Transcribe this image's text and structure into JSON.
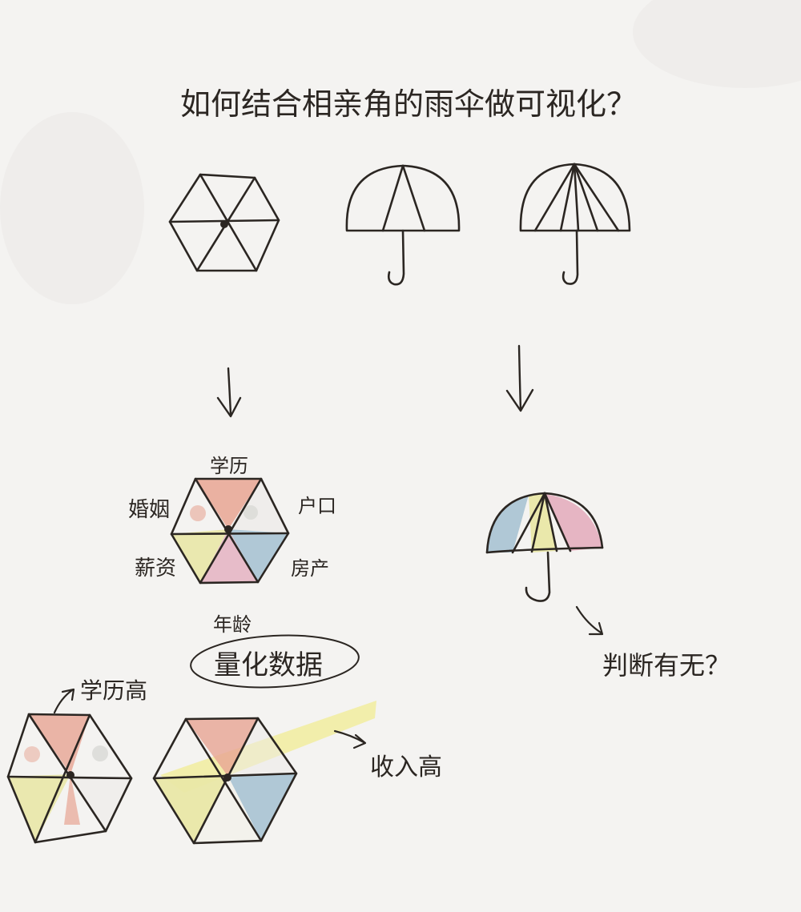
{
  "title": "如何结合相亲角的雨伞做可视化？",
  "labels": {
    "top": "学历",
    "top_right": "户口",
    "top_left": "婚姻",
    "bottom_left": "薪资",
    "bottom_right": "房产",
    "bottom": "年龄",
    "quantify": "量化数据",
    "edu_high": "学历高",
    "income_high": "收入高",
    "judge": "判断有无？"
  },
  "colors": {
    "paper": "#f4f3f1",
    "ink": "#2b2622",
    "red": "#e7a493",
    "yellow": "#e9e7a7",
    "blue": "#a9c3d3",
    "pink": "#e3a9bb",
    "highlight": "#f1ec9a"
  }
}
